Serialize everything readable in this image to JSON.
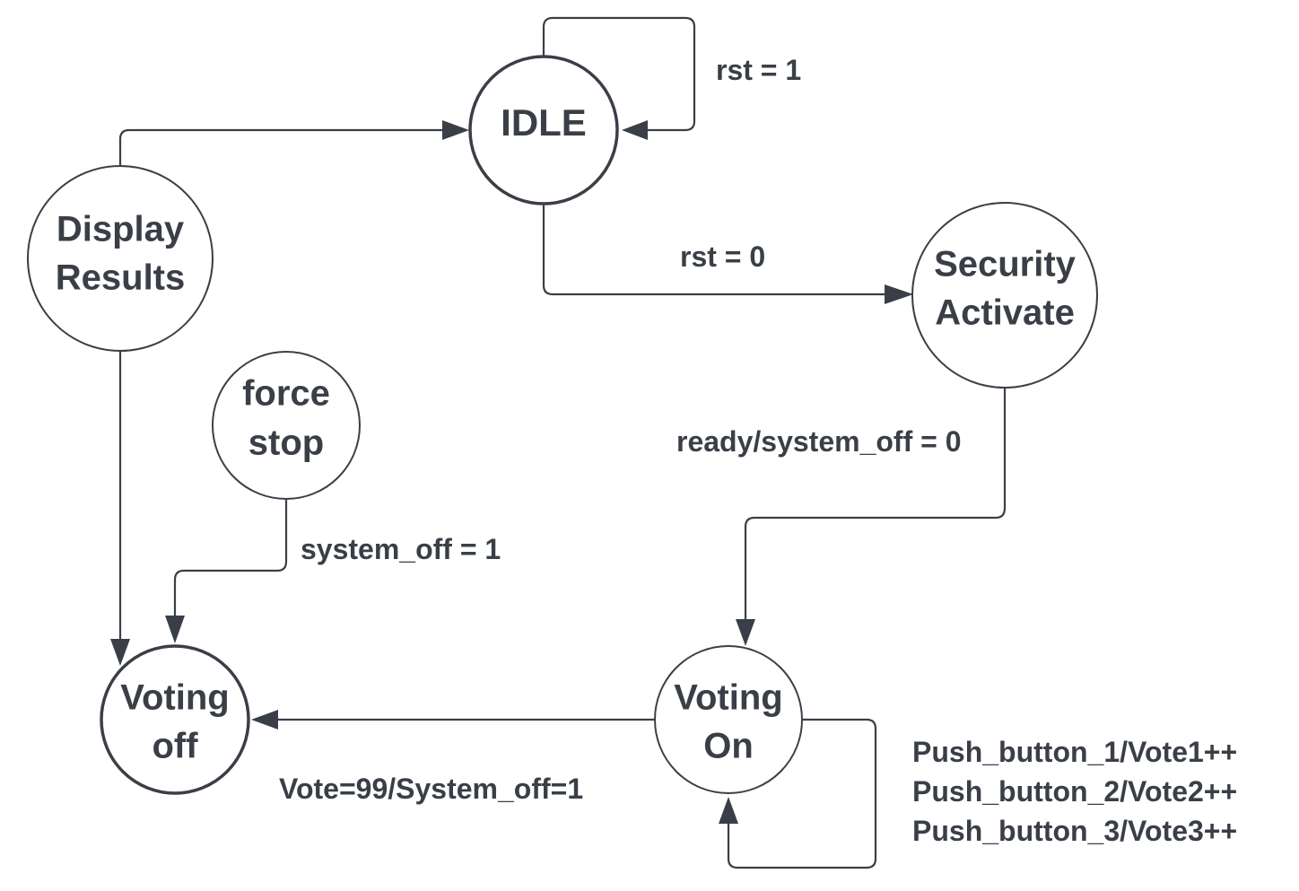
{
  "diagram": {
    "states": {
      "idle": {
        "label": "IDLE"
      },
      "display_results": {
        "line1": "Display",
        "line2": "Results"
      },
      "security_activate": {
        "line1": "Security",
        "line2": "Activate"
      },
      "force_stop": {
        "line1": "force",
        "line2": "stop"
      },
      "voting_off": {
        "line1": "Voting",
        "line2": "off"
      },
      "voting_on": {
        "line1": "Voting",
        "line2": "On"
      }
    },
    "transitions": {
      "idle_self": "rst = 1",
      "idle_to_security": "rst = 0",
      "security_to_voting_on": "ready/system_off = 0",
      "force_stop_to_voting_off": "system_off = 1",
      "voting_on_to_voting_off": "Vote=99/System_off=1",
      "voting_on_self": [
        "Push_button_1/Vote1++",
        "Push_button_2/Vote2++",
        "Push_button_3/Vote3++"
      ]
    },
    "colors": {
      "stroke": "#3a3f47",
      "text": "#3a3f47",
      "background": "#ffffff"
    }
  }
}
